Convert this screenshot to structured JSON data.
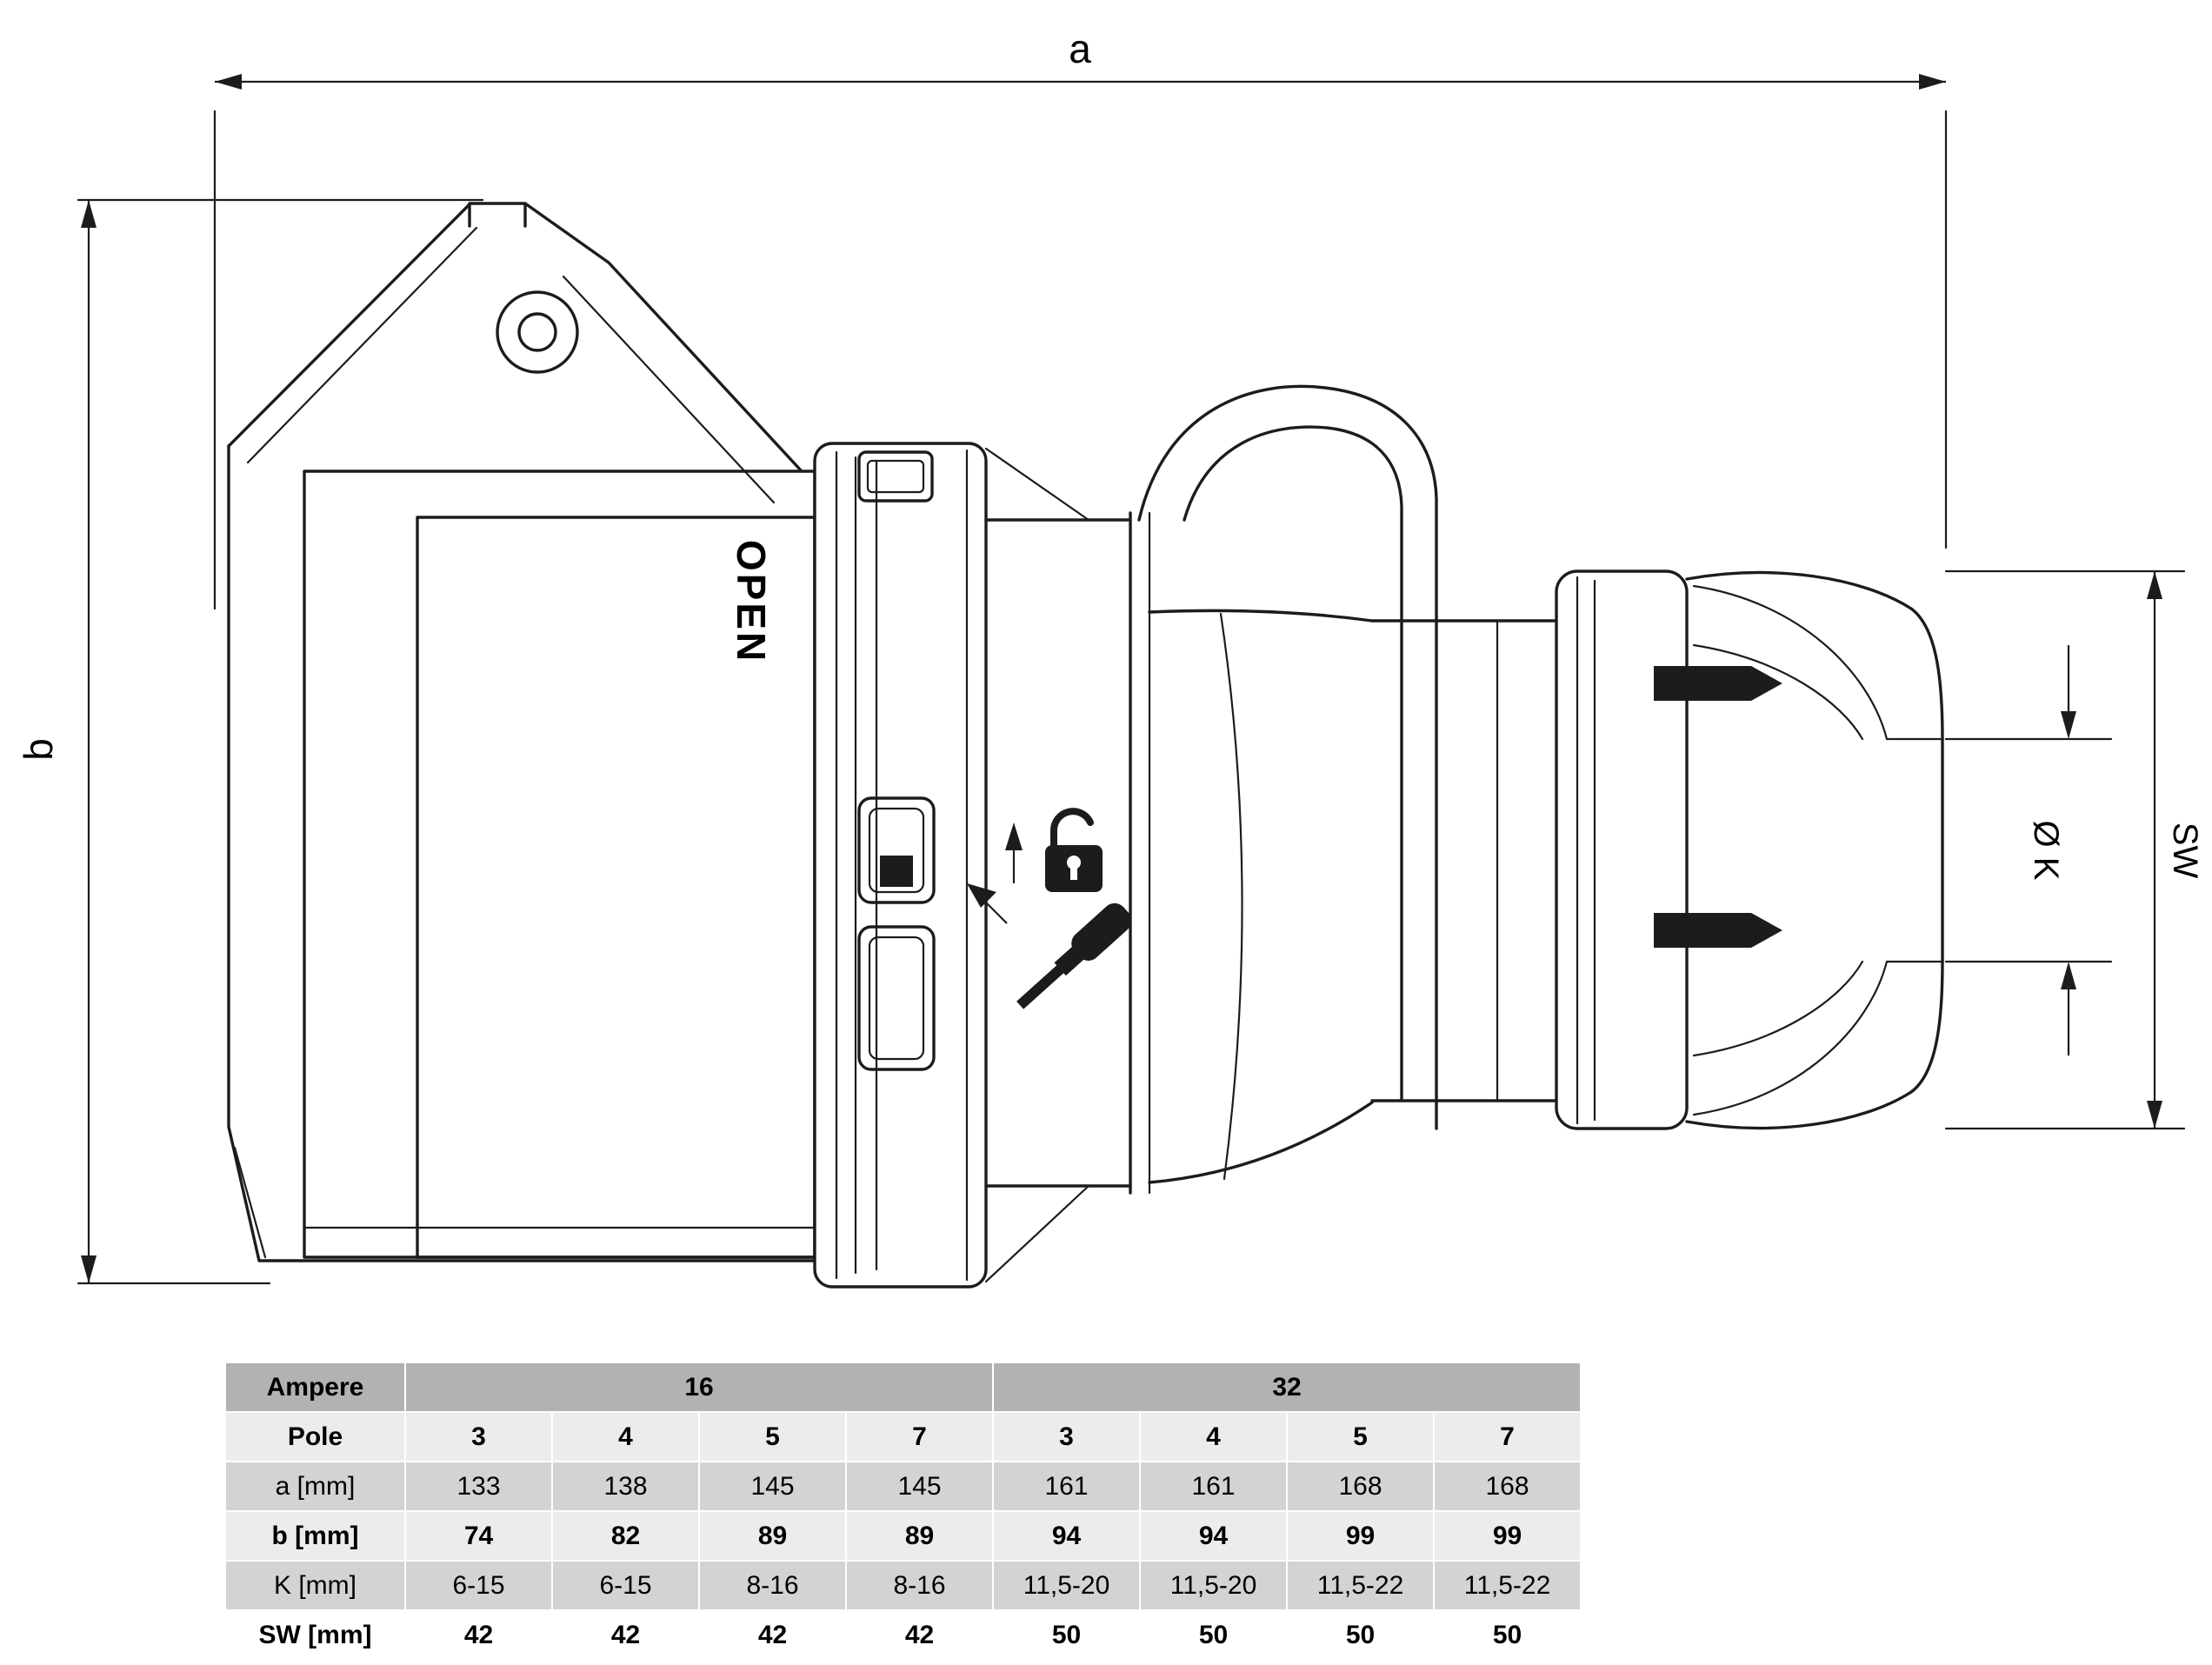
{
  "drawing": {
    "labels": {
      "dim_a": "a",
      "dim_b": "b",
      "dim_k": "Ø K",
      "dim_sw": "SW",
      "open": "OPEN"
    }
  },
  "table": {
    "header": {
      "label": "Ampere",
      "groups": [
        "16",
        "32"
      ]
    },
    "rows": [
      {
        "label": "Pole",
        "values": [
          "3",
          "4",
          "5",
          "7",
          "3",
          "4",
          "5",
          "7"
        ]
      },
      {
        "label": "a [mm]",
        "values": [
          "133",
          "138",
          "145",
          "145",
          "161",
          "161",
          "168",
          "168"
        ]
      },
      {
        "label": "b [mm]",
        "values": [
          "74",
          "82",
          "89",
          "89",
          "94",
          "94",
          "99",
          "99"
        ]
      },
      {
        "label": "K [mm]",
        "values": [
          "6-15",
          "6-15",
          "8-16",
          "8-16",
          "11,5-20",
          "11,5-20",
          "11,5-22",
          "11,5-22"
        ]
      },
      {
        "label": "SW [mm]",
        "values": [
          "42",
          "42",
          "42",
          "42",
          "50",
          "50",
          "50",
          "50"
        ]
      }
    ]
  }
}
